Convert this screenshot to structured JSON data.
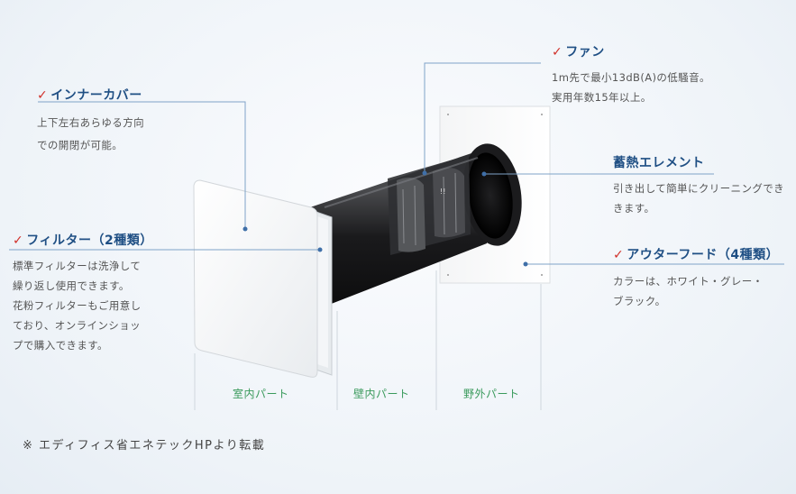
{
  "callouts": {
    "inner_cover": {
      "check": "✓",
      "title": "インナーカバー",
      "desc": [
        "上下左右あらゆる方向",
        "での開閉が可能。"
      ]
    },
    "filter": {
      "check": "✓",
      "title": "フィルター（2種類）",
      "desc": [
        "標準フィルターは洗浄して",
        "繰り返し使用できます。",
        "花粉フィルターもご用意し",
        "ており、オンラインショッ",
        "プで購入できます。"
      ]
    },
    "fan": {
      "check": "✓",
      "title": "ファン",
      "desc": [
        "1m先で最小13dB(A)の低騒音。",
        "実用年数15年以上。"
      ]
    },
    "heat_element": {
      "check": "",
      "title": "蓄熱エレメント",
      "desc": [
        "引き出して簡単にクリーニングでき",
        "きます。"
      ]
    },
    "outer_hood": {
      "check": "✓",
      "title": "アウターフード（4種類）",
      "desc": [
        "カラーは、ホワイト・グレー・",
        "ブラック。"
      ]
    }
  },
  "sections": {
    "indoor": "室内パート",
    "wall": "壁内パート",
    "outdoor": "野外パート"
  },
  "footnote": "※ エディフィス省エネテックHPより転載",
  "colors": {
    "title_blue": "#1f4f84",
    "check_red": "#d1312a",
    "section_green": "#3a9a5c",
    "leader_line": "#7fa3c8"
  }
}
